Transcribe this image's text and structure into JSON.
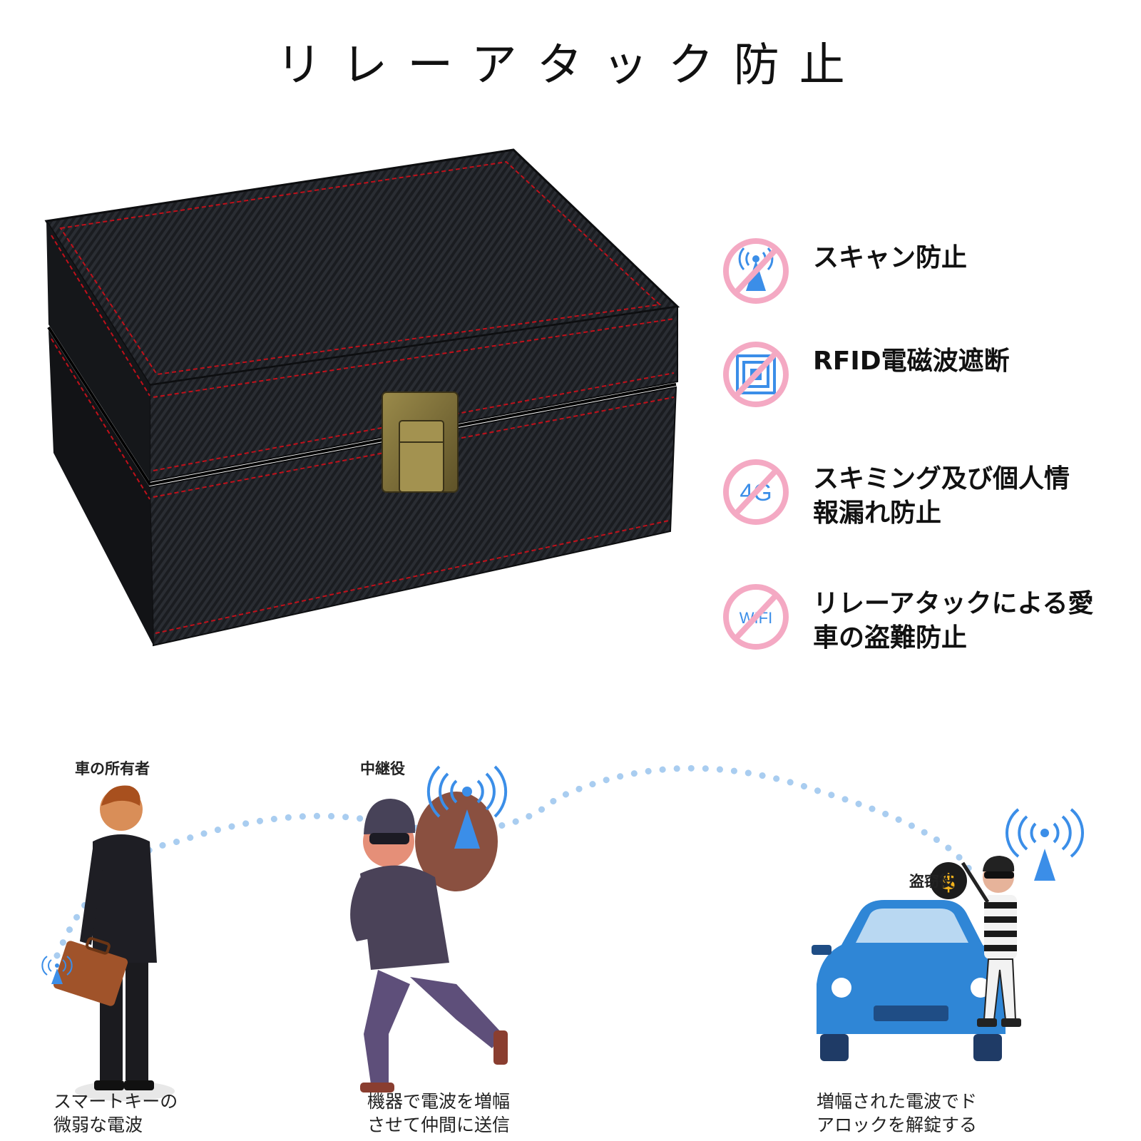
{
  "title": "リレーアタック防止",
  "features": [
    {
      "icon": "no-signal-icon",
      "text": "スキャン防止"
    },
    {
      "icon": "no-rfid-icon",
      "text": "RFID電磁波遮断"
    },
    {
      "icon": "no-4g-icon",
      "text": "スキミング及び個人情\n報漏れ防止",
      "icon_text": "4G"
    },
    {
      "icon": "no-wifi-icon",
      "text": "リレーアタックによる愛\n車の盗難防止",
      "icon_text": "WIFI"
    }
  ],
  "scene": {
    "owner": {
      "label": "車の所有者",
      "caption": "スマートキーの\n微弱な電波"
    },
    "relay": {
      "label": "中継役",
      "caption": "機器で電波を増幅\nさせて仲間に送信"
    },
    "thief": {
      "label": "盗窃役",
      "caption": "増幅された電波でド\nアロックを解錠する"
    },
    "coin_symbol": "$"
  },
  "colors": {
    "prohibit_pink": "#f4a9c3",
    "signal_blue": "#3b8ee8",
    "dots": "#a9cdf0",
    "stitch_red": "#c0101a",
    "car_blue": "#2f86d6"
  }
}
